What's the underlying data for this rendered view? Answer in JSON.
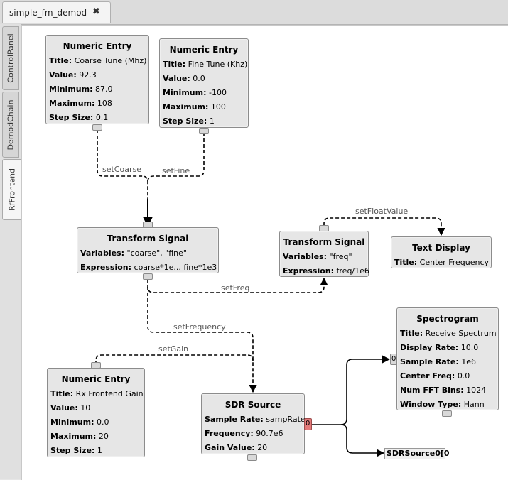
{
  "document_tab": {
    "label": "simple_fm_demod"
  },
  "side_tabs": [
    {
      "label": "ControlPanel"
    },
    {
      "label": "DemodChain"
    },
    {
      "label": "RfFrontend"
    }
  ],
  "blocks": {
    "entry_coarse": {
      "title": "Numeric Entry",
      "rows": [
        {
          "key": "Title:",
          "value": "Coarse Tune (Mhz)"
        },
        {
          "key": "Value:",
          "value": "92.3"
        },
        {
          "key": "Minimum:",
          "value": "87.0"
        },
        {
          "key": "Maximum:",
          "value": "108"
        },
        {
          "key": "Step Size:",
          "value": "0.1"
        }
      ]
    },
    "entry_fine": {
      "title": "Numeric Entry",
      "rows": [
        {
          "key": "Title:",
          "value": "Fine Tune (Khz)"
        },
        {
          "key": "Value:",
          "value": "0.0"
        },
        {
          "key": "Minimum:",
          "value": "-100"
        },
        {
          "key": "Maximum:",
          "value": "100"
        },
        {
          "key": "Step Size:",
          "value": "1"
        }
      ]
    },
    "transform_main": {
      "title": "Transform Signal",
      "rows": [
        {
          "key": "Variables:",
          "value": "\"coarse\", \"fine\""
        },
        {
          "key": "Expression:",
          "value": "coarse*1e... fine*1e3"
        }
      ]
    },
    "transform_freq": {
      "title": "Transform Signal",
      "rows": [
        {
          "key": "Variables:",
          "value": "\"freq\""
        },
        {
          "key": "Expression:",
          "value": "freq/1e6"
        }
      ]
    },
    "text_display": {
      "title": "Text Display",
      "rows": [
        {
          "key": "Title:",
          "value": "Center Frequency"
        }
      ]
    },
    "spectrogram": {
      "title": "Spectrogram",
      "rows": [
        {
          "key": "Title:",
          "value": "Receive Spectrum"
        },
        {
          "key": "Display Rate:",
          "value": "10.0"
        },
        {
          "key": "Sample Rate:",
          "value": "1e6"
        },
        {
          "key": "Center Freq:",
          "value": "0.0"
        },
        {
          "key": "Num FFT Bins:",
          "value": "1024"
        },
        {
          "key": "Window Type:",
          "value": "Hann"
        }
      ]
    },
    "entry_gain": {
      "title": "Numeric Entry",
      "rows": [
        {
          "key": "Title:",
          "value": "Rx Frontend Gain"
        },
        {
          "key": "Value:",
          "value": "10"
        },
        {
          "key": "Minimum:",
          "value": "0.0"
        },
        {
          "key": "Maximum:",
          "value": "20"
        },
        {
          "key": "Step Size:",
          "value": "1"
        }
      ]
    },
    "sdr_source": {
      "title": "SDR Source",
      "rows": [
        {
          "key": "Sample Rate:",
          "value": "sampRate"
        },
        {
          "key": "Frequency:",
          "value": "90.7e6"
        },
        {
          "key": "Gain Value:",
          "value": "20"
        }
      ]
    }
  },
  "ports": {
    "spectrogram_in": "0",
    "sdr_out": "0"
  },
  "wire_labels": {
    "setCoarse": "setCoarse",
    "setFine": "setFine",
    "setFloatValue": "setFloatValue",
    "setFreq": "setFreq",
    "setFrequency": "setFrequency",
    "setGain": "setGain"
  },
  "probe": {
    "label": "SDRSource0[0"
  },
  "colors": {
    "output_port": "#e47a7a",
    "block_bg": "#e6e6e6",
    "canvas": "#ffffff"
  }
}
